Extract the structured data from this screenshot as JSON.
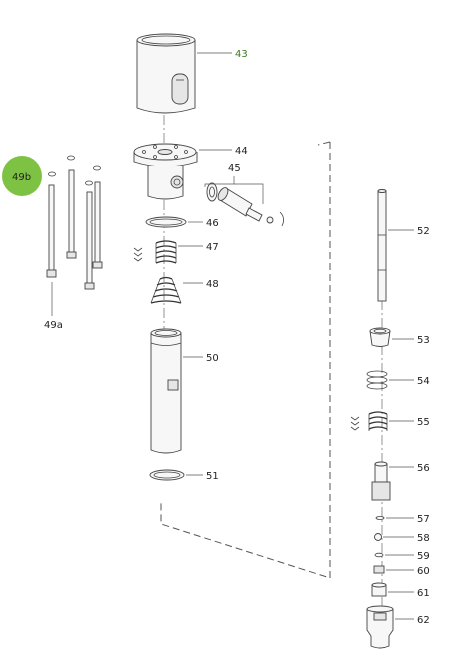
{
  "diagram": {
    "callouts": {
      "p43": "43",
      "p44": "44",
      "p45": "45",
      "p46": "46",
      "p47": "47",
      "p48": "48",
      "p49a": "49a",
      "p49b": "49b",
      "p50": "50",
      "p51": "51",
      "p52": "52",
      "p53": "53",
      "p54": "54",
      "p55": "55",
      "p56": "56",
      "p57": "57",
      "p58": "58",
      "p59": "59",
      "p60": "60",
      "p61": "61",
      "p62": "62"
    },
    "highlight_color": "#7dc242",
    "highlighted_part": "49b"
  }
}
